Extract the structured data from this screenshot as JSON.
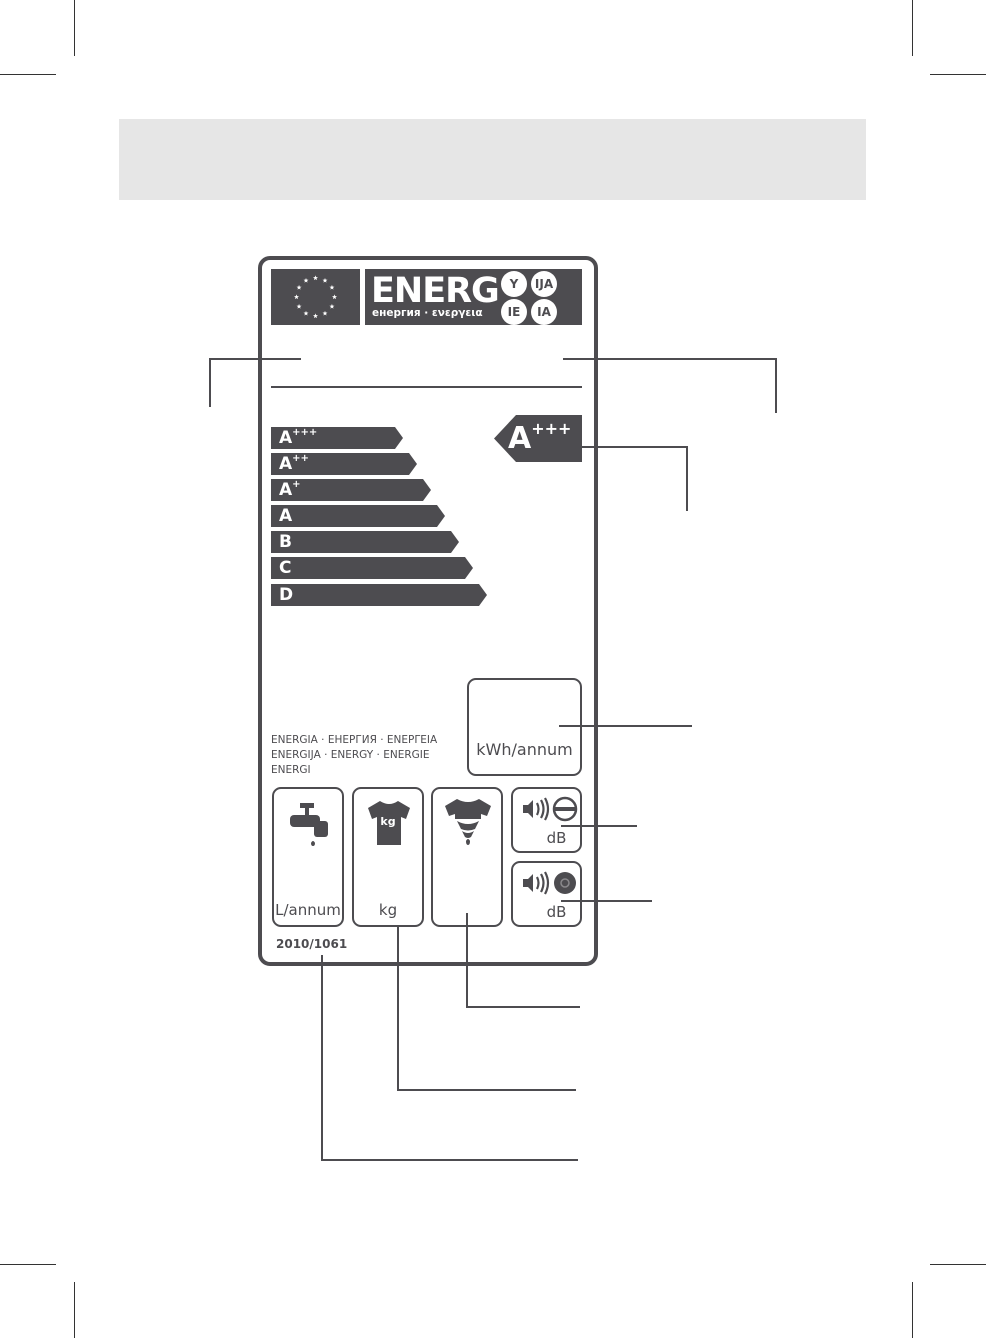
{
  "label": {
    "logo": {
      "word": "ENERG",
      "subtitle": "енергия · ενεργεια",
      "suffixes": [
        "Y",
        "IJA",
        "IE",
        "IA"
      ]
    },
    "scale": [
      {
        "base": "A",
        "sup": "+++"
      },
      {
        "base": "A",
        "sup": "++"
      },
      {
        "base": "A",
        "sup": "+"
      },
      {
        "base": "A",
        "sup": ""
      },
      {
        "base": "B",
        "sup": ""
      },
      {
        "base": "C",
        "sup": ""
      },
      {
        "base": "D",
        "sup": ""
      }
    ],
    "rating": {
      "base": "A",
      "sup": "+++"
    },
    "energy_words": [
      "ENERGIA · ЕНЕРГИЯ · ΕΝΕΡΓΕΙΑ",
      "ENERGIJA · ENERGY · ENERGIE",
      "ENERGI"
    ],
    "energy_unit": "kWh/annum",
    "water_unit": "L/annum",
    "capacity_unit": "kg",
    "capacity_icon_text": "kg",
    "noise_wash_unit": "dB",
    "noise_spin_unit": "dB",
    "regulation": "2010/1061"
  },
  "icons": {
    "eu_flag": "eu-flag-icon",
    "water": "water-tap-icon",
    "capacity": "tshirt-kg-icon",
    "spin": "spin-drying-icon",
    "noise_wash": "noise-washing-icon",
    "noise_spin": "noise-spinning-icon"
  },
  "colors": {
    "label_gray": "#4d4c50",
    "band_gray": "#e6e6e6"
  }
}
